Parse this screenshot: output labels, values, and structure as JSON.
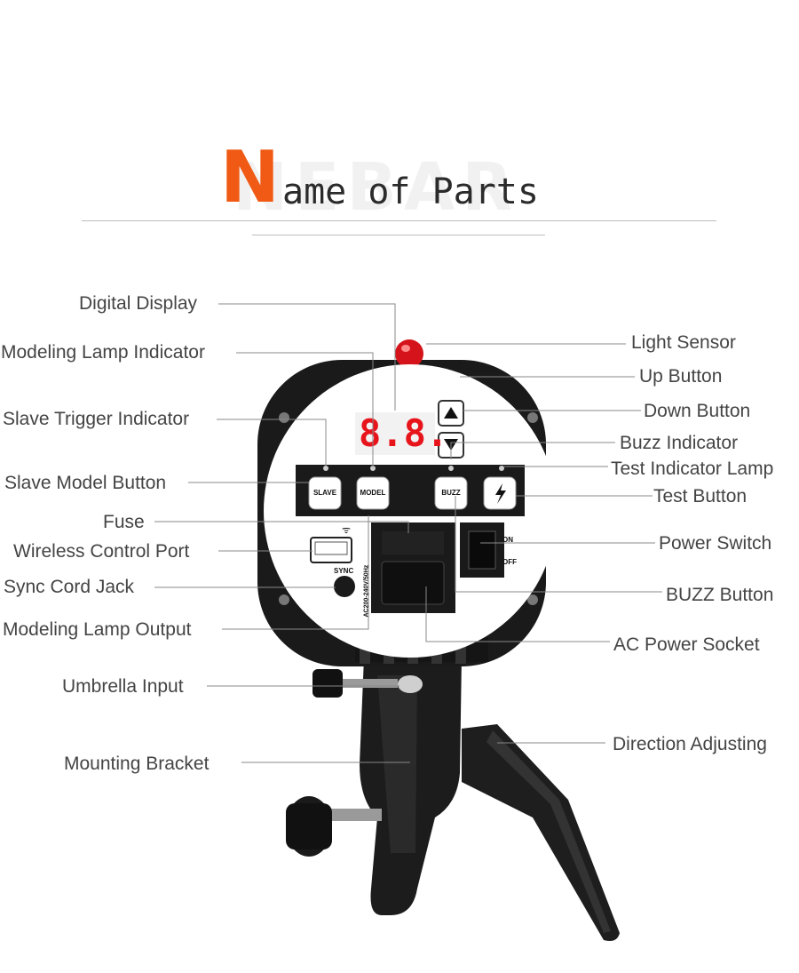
{
  "title": {
    "first_letter": "N",
    "rest": "ame of Parts",
    "watermark": "NEBAR"
  },
  "labels": {
    "digital_display": "Digital Display",
    "modeling_lamp_indicator": "Modeling Lamp Indicator",
    "slave_trigger_indicator": "Slave Trigger Indicator",
    "slave_model_button": "Slave Model Button",
    "fuse": "Fuse",
    "wireless_control_port": "Wireless Control Port",
    "sync_cord_jack": "Sync Cord Jack",
    "modeling_lamp_output": "Modeling Lamp Output",
    "umbrella_input": "Umbrella Input",
    "mounting_bracket": "Mounting Bracket",
    "light_sensor": "Light Sensor",
    "up_button": "Up Button",
    "down_button": "Down Button",
    "buzz_indicator": "Buzz Indicator",
    "test_indicator_lamp": "Test Indicator Lamp",
    "test_button": "Test Button",
    "power_switch": "Power Switch",
    "buzz_button": "BUZZ Button",
    "ac_power_socket": "AC Power Socket",
    "direction_adjusting": "Direction Adjusting"
  },
  "panel": {
    "display_value": "8.8.",
    "slave_btn": "SLAVE",
    "model_btn": "MODEL",
    "buzz_btn": "BUZZ",
    "sync_label": "SYNC",
    "voltage_label": "AC200-240V/50Hz",
    "on_label": "ON",
    "off_label": "OFF"
  },
  "colors": {
    "title_accent": "#f05a14",
    "display_red": "#e8141c",
    "sensor_red": "#d4141a",
    "body_black": "#1a1a1a"
  }
}
